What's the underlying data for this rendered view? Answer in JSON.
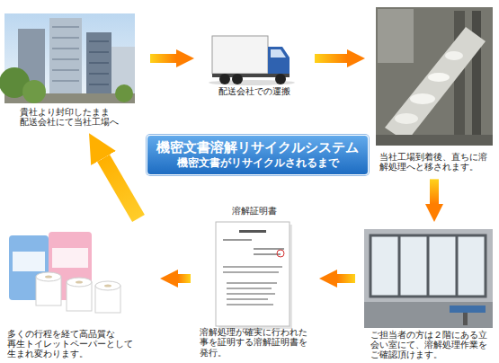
{
  "diagram": {
    "nodes": [
      {
        "text": [
          "貴社より封印したまま 配送会社にて当社工場へ"
        ]
      },
      {
        "text": [
          "配送会社での運搬"
        ]
      },
      {
        "text": [
          "当社工場到着後、直ちに溶 解処理へと移されます。"
        ]
      },
      {
        "text": [
          "機密文書溶解リサイクルシステム",
          "機密文書がリサイクルされるまで"
        ]
      },
      {
        "text": [
          "ご担当者の方は２階にある立 会い室にて、溶解処理作業を ご確認頂けます。"
        ]
      },
      {
        "text": [
          "溶解証明書",
          "溶解処理が確実に行われた 事を証明する溶解証明書を 発行。"
        ]
      },
      {
        "text": [
          "多くの行程を経て高品質な 再生トイレットペーパーとして 生まれ変わります。"
        ]
      }
    ],
    "edges": [
      {
        "from": 0,
        "to": 1,
        "arrow": "to"
      },
      {
        "from": 1,
        "to": 2,
        "arrow": "to"
      },
      {
        "from": 2,
        "to": 4,
        "arrow": "to"
      },
      {
        "from": 4,
        "to": 5,
        "arrow": "to"
      },
      {
        "from": 5,
        "to": 6,
        "arrow": "to"
      },
      {
        "from": 6,
        "to": 0,
        "arrow": "to"
      }
    ]
  }
}
